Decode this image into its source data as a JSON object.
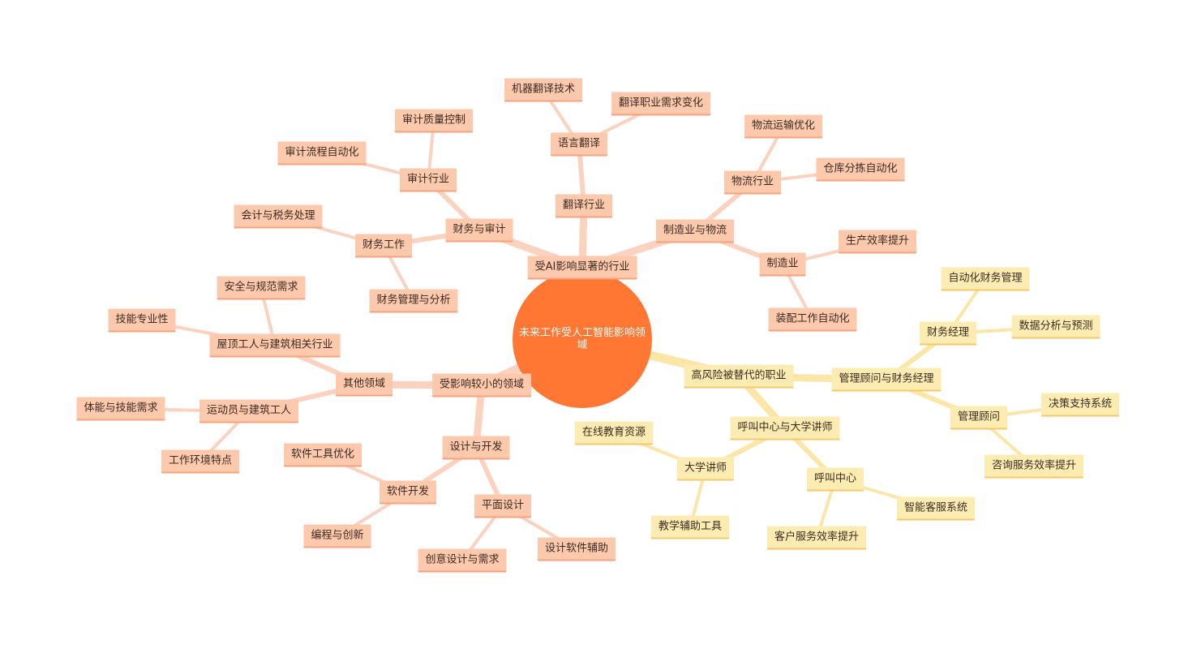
{
  "root": {
    "label": "未来工作受人工智能影响领域"
  },
  "colors": {
    "root": "#ff7733",
    "salmon_fill": "#fcc9ad",
    "salmon_edge": "#f6a27c",
    "salmon_link": "#fbd2bf",
    "yellow_fill": "#fdecb2",
    "yellow_edge": "#f5c86a",
    "yellow_link": "#fbe6a8"
  },
  "nodes": [
    {
      "id": "a",
      "label": "受AI影响显著的行业",
      "theme": "salmon"
    },
    {
      "id": "a1",
      "label": "财务与审计",
      "theme": "salmon"
    },
    {
      "id": "a1a",
      "label": "审计行业",
      "theme": "salmon"
    },
    {
      "id": "a1a1",
      "label": "审计质量控制",
      "theme": "salmon"
    },
    {
      "id": "a1a2",
      "label": "审计流程自动化",
      "theme": "salmon"
    },
    {
      "id": "a1b",
      "label": "财务工作",
      "theme": "salmon"
    },
    {
      "id": "a1b1",
      "label": "会计与税务处理",
      "theme": "salmon"
    },
    {
      "id": "a1b2",
      "label": "财务管理与分析",
      "theme": "salmon"
    },
    {
      "id": "a2",
      "label": "翻译行业",
      "theme": "salmon"
    },
    {
      "id": "a2a",
      "label": "语言翻译",
      "theme": "salmon"
    },
    {
      "id": "a2a1",
      "label": "机器翻译技术",
      "theme": "salmon"
    },
    {
      "id": "a2a2",
      "label": "翻译职业需求变化",
      "theme": "salmon"
    },
    {
      "id": "a3",
      "label": "制造业与物流",
      "theme": "salmon"
    },
    {
      "id": "a3a",
      "label": "物流行业",
      "theme": "salmon"
    },
    {
      "id": "a3a1",
      "label": "物流运输优化",
      "theme": "salmon"
    },
    {
      "id": "a3a2",
      "label": "仓库分拣自动化",
      "theme": "salmon"
    },
    {
      "id": "a3b",
      "label": "制造业",
      "theme": "salmon"
    },
    {
      "id": "a3b1",
      "label": "生产效率提升",
      "theme": "salmon"
    },
    {
      "id": "a3b2",
      "label": "装配工作自动化",
      "theme": "salmon"
    },
    {
      "id": "b",
      "label": "受影响较小的领域",
      "theme": "salmon"
    },
    {
      "id": "b1",
      "label": "其他领域",
      "theme": "salmon"
    },
    {
      "id": "b1a",
      "label": "屋顶工人与建筑相关行业",
      "theme": "salmon"
    },
    {
      "id": "b1a1",
      "label": "安全与规范需求",
      "theme": "salmon"
    },
    {
      "id": "b1a2",
      "label": "技能专业性",
      "theme": "salmon"
    },
    {
      "id": "b1b",
      "label": "运动员与建筑工人",
      "theme": "salmon"
    },
    {
      "id": "b1b1",
      "label": "体能与技能需求",
      "theme": "salmon"
    },
    {
      "id": "b1b2",
      "label": "工作环境特点",
      "theme": "salmon"
    },
    {
      "id": "b2",
      "label": "设计与开发",
      "theme": "salmon"
    },
    {
      "id": "b2a",
      "label": "软件开发",
      "theme": "salmon"
    },
    {
      "id": "b2a1",
      "label": "软件工具优化",
      "theme": "salmon"
    },
    {
      "id": "b2a2",
      "label": "编程与创新",
      "theme": "salmon"
    },
    {
      "id": "b2b",
      "label": "平面设计",
      "theme": "salmon"
    },
    {
      "id": "b2b1",
      "label": "创意设计与需求",
      "theme": "salmon"
    },
    {
      "id": "b2b2",
      "label": "设计软件辅助",
      "theme": "salmon"
    },
    {
      "id": "c",
      "label": "高风险被替代的职业",
      "theme": "yellow"
    },
    {
      "id": "c1",
      "label": "管理顾问与财务经理",
      "theme": "yellow"
    },
    {
      "id": "c1a",
      "label": "财务经理",
      "theme": "yellow"
    },
    {
      "id": "c1a1",
      "label": "自动化财务管理",
      "theme": "yellow"
    },
    {
      "id": "c1a2",
      "label": "数据分析与预测",
      "theme": "yellow"
    },
    {
      "id": "c1b",
      "label": "管理顾问",
      "theme": "yellow"
    },
    {
      "id": "c1b1",
      "label": "决策支持系统",
      "theme": "yellow"
    },
    {
      "id": "c1b2",
      "label": "咨询服务效率提升",
      "theme": "yellow"
    },
    {
      "id": "c2",
      "label": "呼叫中心与大学讲师",
      "theme": "yellow"
    },
    {
      "id": "c2a",
      "label": "大学讲师",
      "theme": "yellow"
    },
    {
      "id": "c2a1",
      "label": "在线教育资源",
      "theme": "yellow"
    },
    {
      "id": "c2a2",
      "label": "教学辅助工具",
      "theme": "yellow"
    },
    {
      "id": "c2b",
      "label": "呼叫中心",
      "theme": "yellow"
    },
    {
      "id": "c2b1",
      "label": "智能客服系统",
      "theme": "yellow"
    },
    {
      "id": "c2b2",
      "label": "客户服务效率提升",
      "theme": "yellow"
    }
  ]
}
